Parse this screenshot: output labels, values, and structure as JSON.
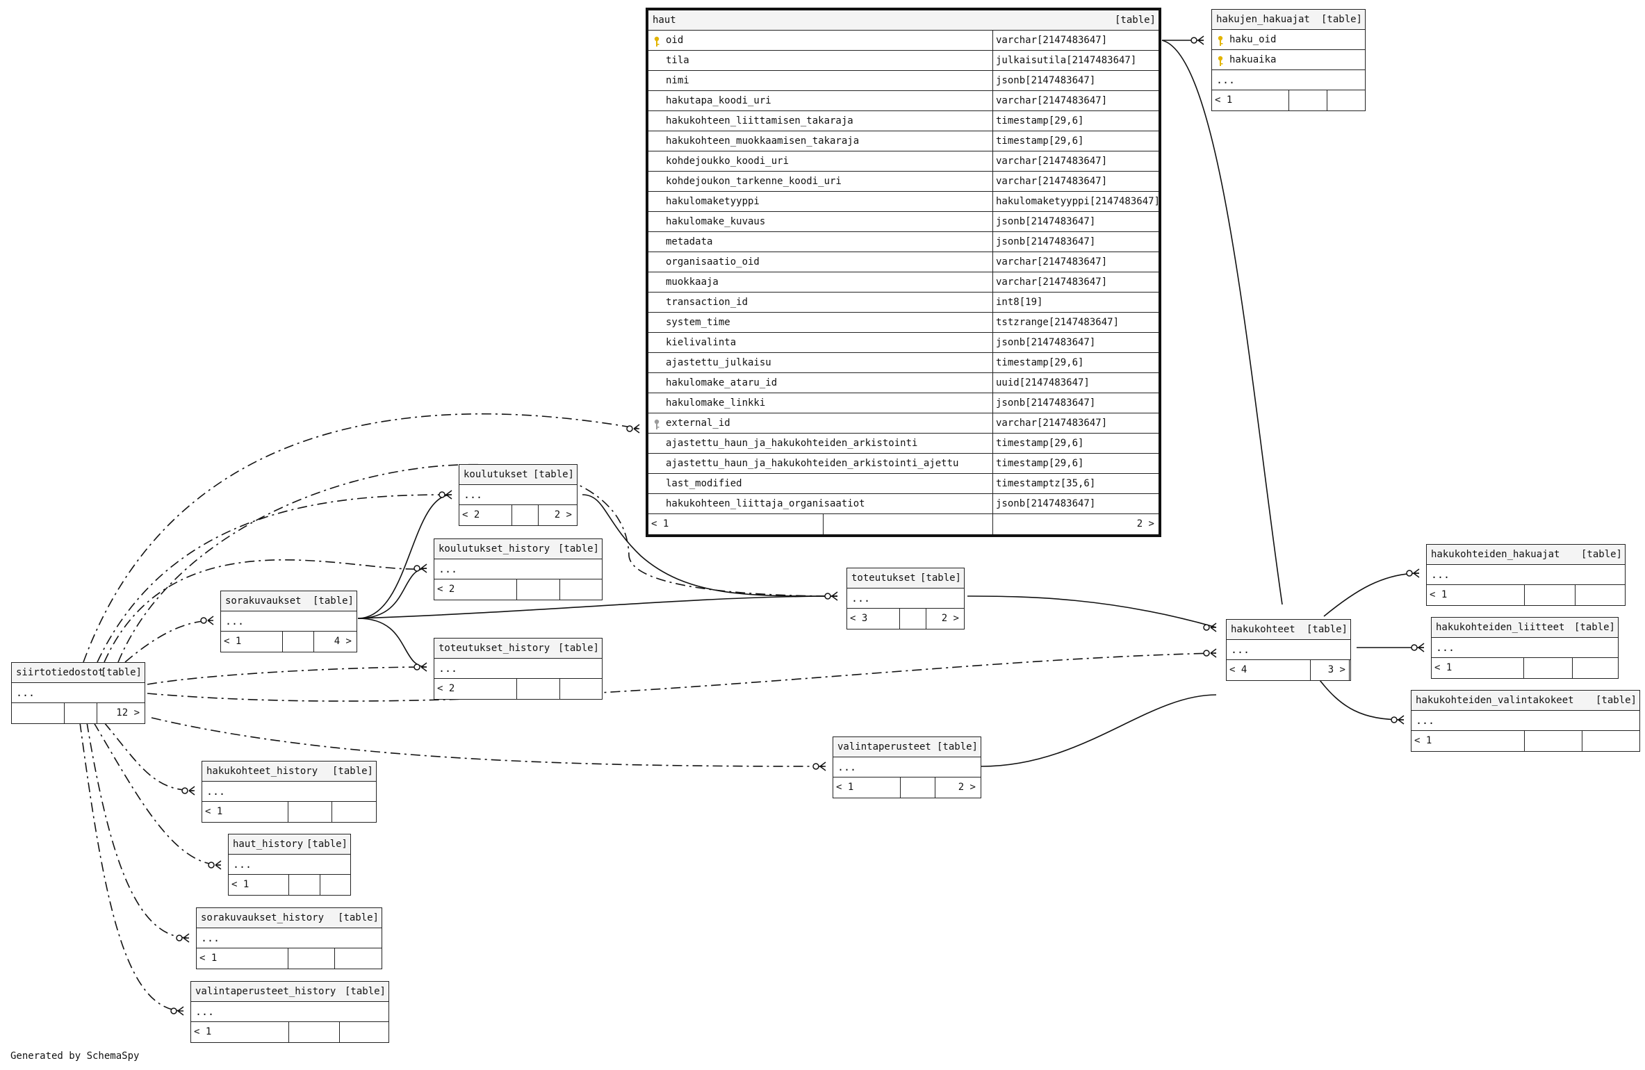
{
  "generated_by": "Generated by SchemaSpy",
  "type_label": "[table]",
  "tables": [
    {
      "id": "haut",
      "name": "haut",
      "main": true,
      "columns": [
        {
          "name": "oid",
          "type": "varchar[2147483647]",
          "key": "primary"
        },
        {
          "name": "tila",
          "type": "julkaisutila[2147483647]"
        },
        {
          "name": "nimi",
          "type": "jsonb[2147483647]"
        },
        {
          "name": "hakutapa_koodi_uri",
          "type": "varchar[2147483647]"
        },
        {
          "name": "hakukohteen_liittamisen_takaraja",
          "type": "timestamp[29,6]"
        },
        {
          "name": "hakukohteen_muokkaamisen_takaraja",
          "type": "timestamp[29,6]"
        },
        {
          "name": "kohdejoukko_koodi_uri",
          "type": "varchar[2147483647]"
        },
        {
          "name": "kohdejoukon_tarkenne_koodi_uri",
          "type": "varchar[2147483647]"
        },
        {
          "name": "hakulomaketyyppi",
          "type": "hakulomaketyyppi[2147483647]"
        },
        {
          "name": "hakulomake_kuvaus",
          "type": "jsonb[2147483647]"
        },
        {
          "name": "metadata",
          "type": "jsonb[2147483647]"
        },
        {
          "name": "organisaatio_oid",
          "type": "varchar[2147483647]"
        },
        {
          "name": "muokkaaja",
          "type": "varchar[2147483647]"
        },
        {
          "name": "transaction_id",
          "type": "int8[19]"
        },
        {
          "name": "system_time",
          "type": "tstzrange[2147483647]"
        },
        {
          "name": "kielivalinta",
          "type": "jsonb[2147483647]"
        },
        {
          "name": "ajastettu_julkaisu",
          "type": "timestamp[29,6]"
        },
        {
          "name": "hakulomake_ataru_id",
          "type": "uuid[2147483647]"
        },
        {
          "name": "hakulomake_linkki",
          "type": "jsonb[2147483647]"
        },
        {
          "name": "external_id",
          "type": "varchar[2147483647]",
          "key": "index"
        },
        {
          "name": "ajastettu_haun_ja_hakukohteiden_arkistointi",
          "type": "timestamp[29,6]"
        },
        {
          "name": "ajastettu_haun_ja_hakukohteiden_arkistointi_ajettu",
          "type": "timestamp[29,6]"
        },
        {
          "name": "last_modified",
          "type": "timestamptz[35,6]"
        },
        {
          "name": "hakukohteen_liittaja_organisaatiot",
          "type": "jsonb[2147483647]"
        }
      ],
      "footer": {
        "left": "< 1",
        "right": "2 >"
      }
    },
    {
      "id": "hakujen_hakuajat",
      "name": "hakujen_hakuajat",
      "columns": [
        {
          "name": "haku_oid",
          "key": "primary"
        },
        {
          "name": "hakuaika",
          "key": "primary"
        }
      ],
      "ellipsis": "...",
      "footer": {
        "left": "< 1",
        "right": ""
      }
    },
    {
      "id": "koulutukset",
      "name": "koulutukset",
      "ellipsis": "...",
      "footer": {
        "left": "< 2",
        "right": "2 >"
      }
    },
    {
      "id": "koulutukset_history",
      "name": "koulutukset_history",
      "ellipsis": "...",
      "footer": {
        "left": "< 2",
        "right": ""
      }
    },
    {
      "id": "sorakuvaukset",
      "name": "sorakuvaukset",
      "ellipsis": "...",
      "footer": {
        "left": "< 1",
        "right": "4 >"
      }
    },
    {
      "id": "toteutukset_history",
      "name": "toteutukset_history",
      "ellipsis": "...",
      "footer": {
        "left": "< 2",
        "right": ""
      }
    },
    {
      "id": "toteutukset",
      "name": "toteutukset",
      "ellipsis": "...",
      "footer": {
        "left": "< 3",
        "right": "2 >"
      }
    },
    {
      "id": "hakukohteet",
      "name": "hakukohteet",
      "ellipsis": "...",
      "footer": {
        "left": "< 4",
        "right": "3 >"
      }
    },
    {
      "id": "hakukohteiden_hakuajat",
      "name": "hakukohteiden_hakuajat",
      "ellipsis": "...",
      "footer": {
        "left": "< 1",
        "right": ""
      }
    },
    {
      "id": "hakukohteiden_liitteet",
      "name": "hakukohteiden_liitteet",
      "ellipsis": "...",
      "footer": {
        "left": "< 1",
        "right": ""
      }
    },
    {
      "id": "hakukohteiden_valintakokeet",
      "name": "hakukohteiden_valintakokeet",
      "ellipsis": "...",
      "footer": {
        "left": "< 1",
        "right": ""
      }
    },
    {
      "id": "valintaperusteet",
      "name": "valintaperusteet",
      "ellipsis": "...",
      "footer": {
        "left": "< 1",
        "right": "2 >"
      }
    },
    {
      "id": "siirtotiedostot",
      "name": "siirtotiedostot",
      "ellipsis": "...",
      "footer": {
        "left": "",
        "right": "12 >"
      }
    },
    {
      "id": "hakukohteet_history",
      "name": "hakukohteet_history",
      "ellipsis": "...",
      "footer": {
        "left": "< 1",
        "right": ""
      }
    },
    {
      "id": "haut_history",
      "name": "haut_history",
      "ellipsis": "...",
      "footer": {
        "left": "< 1",
        "right": ""
      }
    },
    {
      "id": "sorakuvaukset_history",
      "name": "sorakuvaukset_history",
      "ellipsis": "...",
      "footer": {
        "left": "< 1",
        "right": ""
      }
    },
    {
      "id": "valintaperusteet_history",
      "name": "valintaperusteet_history",
      "ellipsis": "...",
      "footer": {
        "left": "< 1",
        "right": ""
      }
    }
  ],
  "relationships": [
    {
      "from": "hakujen_hakuajat",
      "to": "haut",
      "style": "solid"
    },
    {
      "from": "hakukohteet",
      "to": "haut",
      "style": "solid"
    },
    {
      "from": "toteutukset",
      "to": "koulutukset",
      "style": "solid"
    },
    {
      "from": "hakukohteet",
      "to": "toteutukset",
      "style": "solid"
    },
    {
      "from": "hakukohteet",
      "to": "valintaperusteet",
      "style": "solid"
    },
    {
      "from": "koulutukset",
      "to": "sorakuvaukset",
      "style": "solid"
    },
    {
      "from": "koulutukset_history",
      "to": "sorakuvaukset",
      "style": "solid"
    },
    {
      "from": "toteutukset_history",
      "to": "sorakuvaukset",
      "style": "solid"
    },
    {
      "from": "toteutukset",
      "to": "sorakuvaukset",
      "style": "solid"
    },
    {
      "from": "hakukohteiden_hakuajat",
      "to": "hakukohteet",
      "style": "solid"
    },
    {
      "from": "hakukohteiden_liitteet",
      "to": "hakukohteet",
      "style": "solid"
    },
    {
      "from": "hakukohteiden_valintakokeet",
      "to": "hakukohteet",
      "style": "solid"
    },
    {
      "from": "siirtotiedostot",
      "to": "haut",
      "style": "dashed"
    },
    {
      "from": "siirtotiedostot",
      "to": "koulutukset",
      "style": "dashed"
    },
    {
      "from": "siirtotiedostot",
      "to": "koulutukset_history",
      "style": "dashed"
    },
    {
      "from": "siirtotiedostot",
      "to": "sorakuvaukset",
      "style": "dashed"
    },
    {
      "from": "siirtotiedostot",
      "to": "toteutukset",
      "style": "dashed"
    },
    {
      "from": "siirtotiedostot",
      "to": "toteutukset_history",
      "style": "dashed"
    },
    {
      "from": "siirtotiedostot",
      "to": "hakukohteet",
      "style": "dashed"
    },
    {
      "from": "siirtotiedostot",
      "to": "valintaperusteet",
      "style": "dashed"
    },
    {
      "from": "siirtotiedostot",
      "to": "hakukohteet_history",
      "style": "dashed"
    },
    {
      "from": "siirtotiedostot",
      "to": "haut_history",
      "style": "dashed"
    },
    {
      "from": "siirtotiedostot",
      "to": "sorakuvaukset_history",
      "style": "dashed"
    },
    {
      "from": "siirtotiedostot",
      "to": "valintaperusteet_history",
      "style": "dashed"
    }
  ]
}
